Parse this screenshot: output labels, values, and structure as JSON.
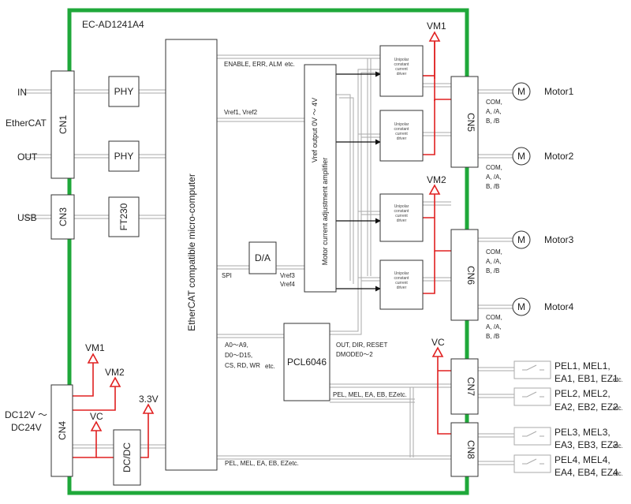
{
  "board_title": "EC-AD1241A4",
  "external_labels": {
    "in": "IN",
    "ethercat": "EtherCAT",
    "out": "OUT",
    "usb": "USB",
    "dc_in_1": "DC12V ～",
    "dc_in_2": "DC24V"
  },
  "connectors": {
    "cn1": "CN1",
    "cn3": "CN3",
    "cn4": "CN4",
    "cn5": "CN5",
    "cn6": "CN6",
    "cn7": "CN7",
    "cn8": "CN8"
  },
  "blocks": {
    "phy": "PHY",
    "ft230": "FT230",
    "mcu": "EtherCAT compatible micro-computer",
    "da": "D/A",
    "amp": "Motor current adjustment amplifier",
    "vref_out": "Vref output 0V ～ 4V",
    "pcl": "PCL6046",
    "dcdc": "DC/DC",
    "driver": [
      "Unipolar",
      "constant",
      "current",
      "driver"
    ]
  },
  "power": {
    "vm1": "VM1",
    "vm2": "VM2",
    "vc": "VC",
    "v33": "3.3V"
  },
  "signals": {
    "enable": "ENABLE, ERR, ALM",
    "etc": "etc.",
    "vref12": "Vref1, Vref2",
    "spi": "SPI",
    "vref3": "Vref3",
    "vref4": "Vref4",
    "addr1": "A0～A9,",
    "addr2": "D0～D15,",
    "addr3": "CS, RD, WR",
    "out_dir": "OUT, DIR, RESET",
    "dmode": "DMODE0～2",
    "pel_mid": "PEL, MEL, EA, EB, EZ",
    "pel_bot": "PEL, MEL, EA, EB, EZ"
  },
  "motors": [
    {
      "symbol": "M",
      "name": "Motor1",
      "pins": [
        "COM,",
        "A, /A,",
        "B, /B"
      ]
    },
    {
      "symbol": "M",
      "name": "Motor2",
      "pins": [
        "COM,",
        "A, /A,",
        "B, /B"
      ]
    },
    {
      "symbol": "M",
      "name": "Motor3",
      "pins": [
        "COM,",
        "A, /A,",
        "B, /B"
      ]
    },
    {
      "symbol": "M",
      "name": "Motor4",
      "pins": [
        "COM,",
        "A, /A,",
        "B, /B"
      ]
    }
  ],
  "sensors": [
    {
      "line1": "PEL1, MEL1,",
      "line2": "EA1, EB1, EZ1",
      "etc": "etc."
    },
    {
      "line1": "PEL2, MEL2,",
      "line2": "EA2, EB2, EZ2",
      "etc": "etc."
    },
    {
      "line1": "PEL3, MEL3,",
      "line2": "EA3, EB3, EZ3",
      "etc": "etc."
    },
    {
      "line1": "PEL4, MEL4,",
      "line2": "EA4, EB4, EZ4",
      "etc": "etc."
    }
  ]
}
